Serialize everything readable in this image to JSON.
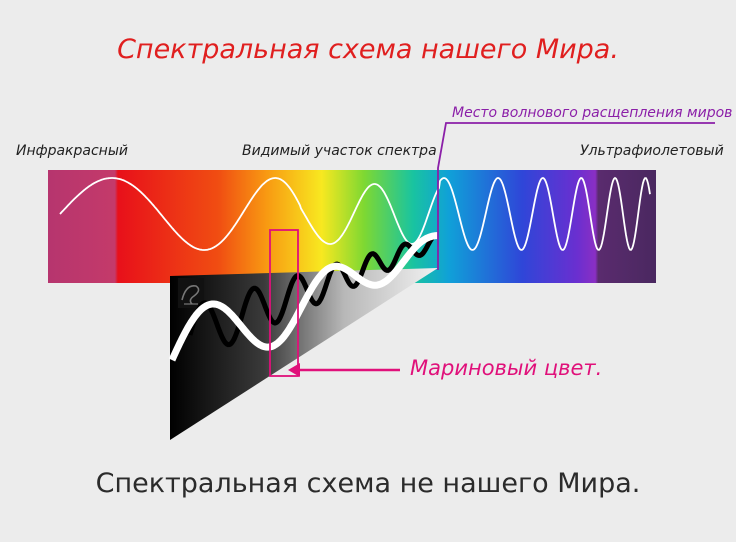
{
  "title_top": "Спектральная схема нашего Мира.",
  "title_bottom": "Спектральная схема не нашего Мира.",
  "labels": {
    "infrared": "Инфракрасный",
    "visible": "Видимый участок спектра",
    "ultraviolet": "Ультрафиолетовый",
    "split_point": "Место волнового расщепления миров",
    "marin_color": "Мариновый цвет."
  },
  "colors": {
    "title_top": "#e01f1f",
    "title_bottom": "#2b2b2b",
    "split_line": "#8b1fa8",
    "marin": "#e0107a",
    "background": "#ececec"
  }
}
